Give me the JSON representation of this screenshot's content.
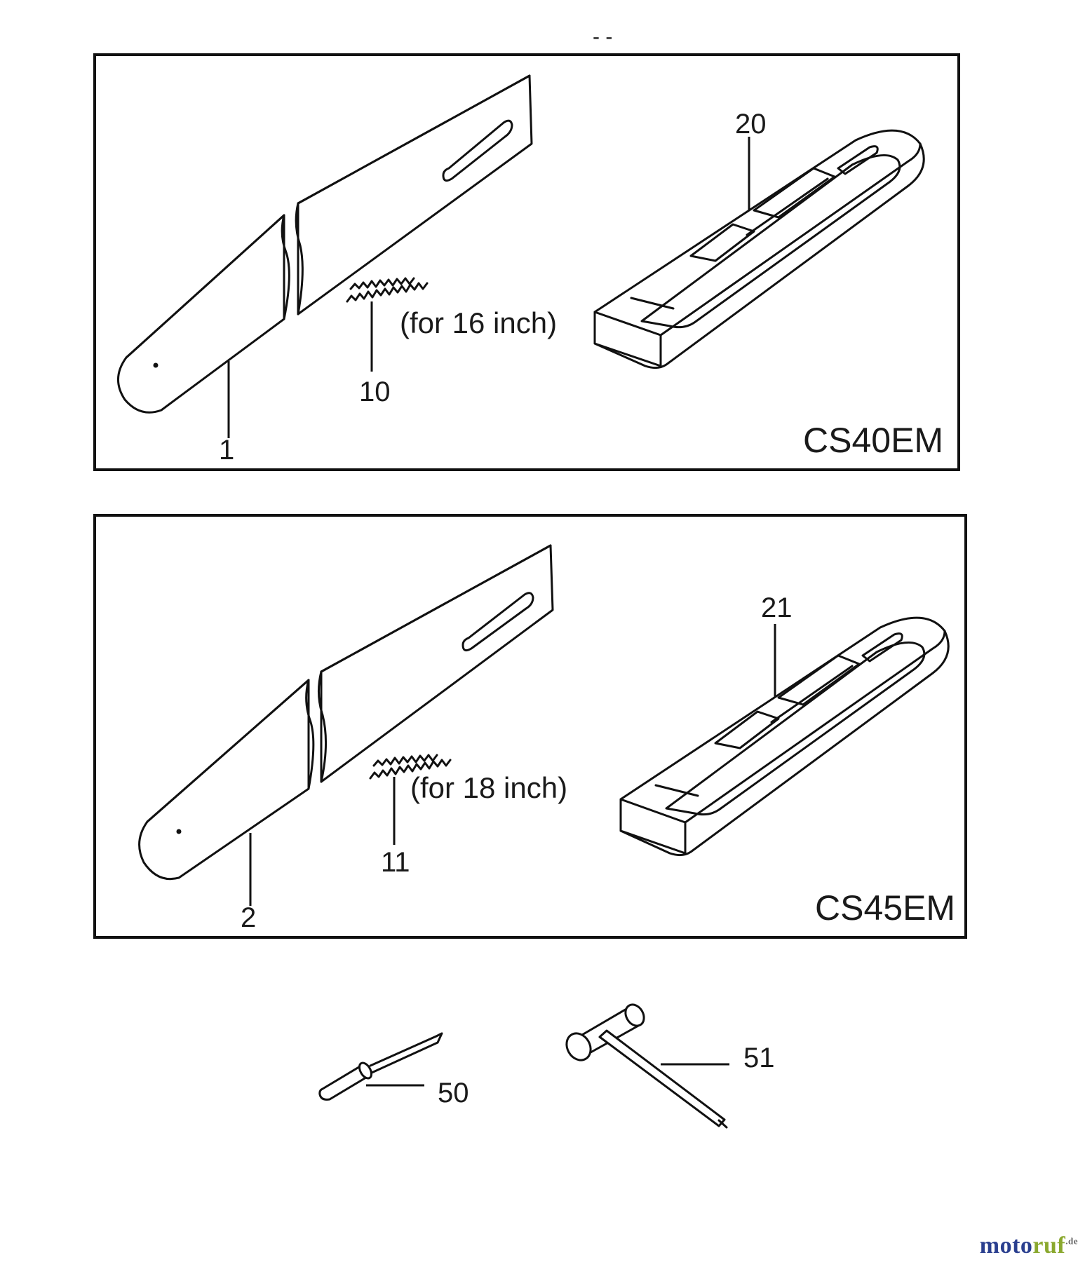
{
  "top_mark": "- -",
  "panels": [
    {
      "model": "CS40EM",
      "callouts": {
        "bar": "1",
        "chain": "10",
        "cover": "20"
      },
      "chain_note": "(for 16 inch)"
    },
    {
      "model": "CS45EM",
      "callouts": {
        "bar": "2",
        "chain": "11",
        "cover": "21"
      },
      "chain_note": "(for 18 inch)"
    }
  ],
  "tools": [
    {
      "part": "screwdriver",
      "callout": "50"
    },
    {
      "part": "t-wrench",
      "callout": "51"
    }
  ],
  "watermark": {
    "part1": "moto",
    "part2": "ruf",
    "suffix": ".de"
  }
}
